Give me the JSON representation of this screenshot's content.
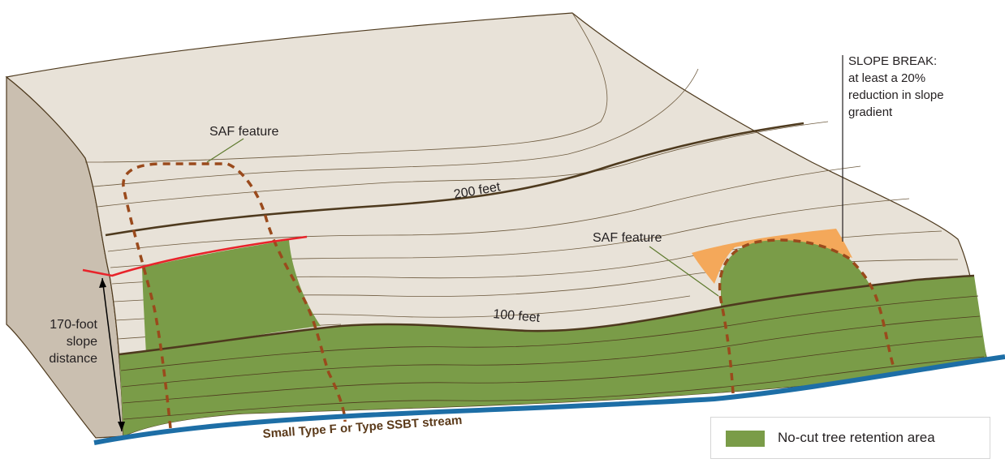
{
  "labels": {
    "saf_feature_left": "SAF feature",
    "saf_feature_right": "SAF feature",
    "contour_200": "200 feet",
    "contour_100": "100 feet",
    "slope_break_title": "SLOPE BREAK:",
    "slope_break_line1": "at least a 20%",
    "slope_break_line2": "reduction in slope",
    "slope_break_line3": "gradient",
    "slope_distance_line1": "170-foot",
    "slope_distance_line2": "slope",
    "slope_distance_line3": "distance",
    "stream": "Small Type F or Type SSBT stream"
  },
  "legend": {
    "label": "No-cut tree retention area"
  },
  "colors": {
    "terrain_top": "#e8e2d8",
    "terrain_side": "#cabfb0",
    "retention_green": "#7a9c48",
    "slope_break_orange": "#f4a85a",
    "saf_dashed": "#9a4a1c",
    "index_contour": "#4e3a1e",
    "stream_blue": "#1d6ea6",
    "boundary_red": "#e8232a"
  }
}
